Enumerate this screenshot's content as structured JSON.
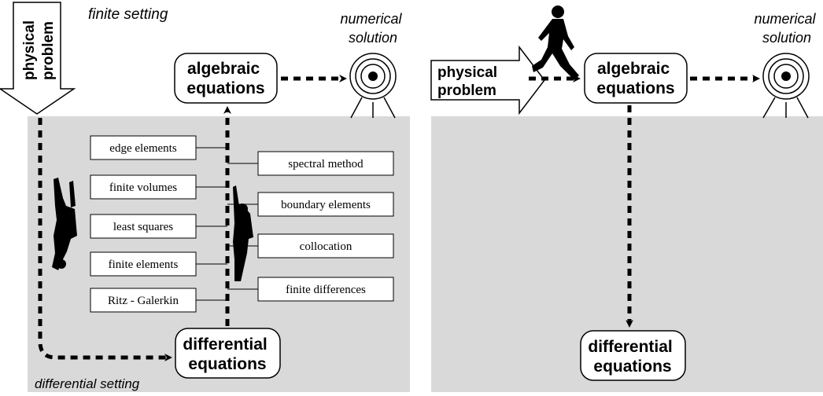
{
  "left_panel": {
    "caption_top": "finite setting",
    "caption_bottom": "differential setting",
    "physical_problem": [
      "physical",
      "problem"
    ],
    "numerical_solution": [
      "numerical",
      "solution"
    ],
    "algebraic_equations": [
      "algebraic",
      "equations"
    ],
    "differential_equations": [
      "differential",
      "equations"
    ],
    "methods_left": [
      "edge elements",
      "finite volumes",
      "least squares",
      "finite elements",
      "Ritz - Galerkin"
    ],
    "methods_right": [
      "spectral method",
      "boundary elements",
      "collocation",
      "finite differences"
    ]
  },
  "right_panel": {
    "physical_problem": [
      "physical",
      "problem"
    ],
    "numerical_solution": [
      "numerical",
      "solution"
    ],
    "algebraic_equations": [
      "algebraic",
      "equations"
    ],
    "differential_equations": [
      "differential",
      "equations"
    ]
  },
  "colors": {
    "panel_background": "#d9d9d9",
    "stroke": "#000000",
    "box_fill": "#ffffff"
  },
  "icons": [
    "target-icon",
    "swimmer-icon",
    "walker-icon",
    "arrow-shape"
  ]
}
